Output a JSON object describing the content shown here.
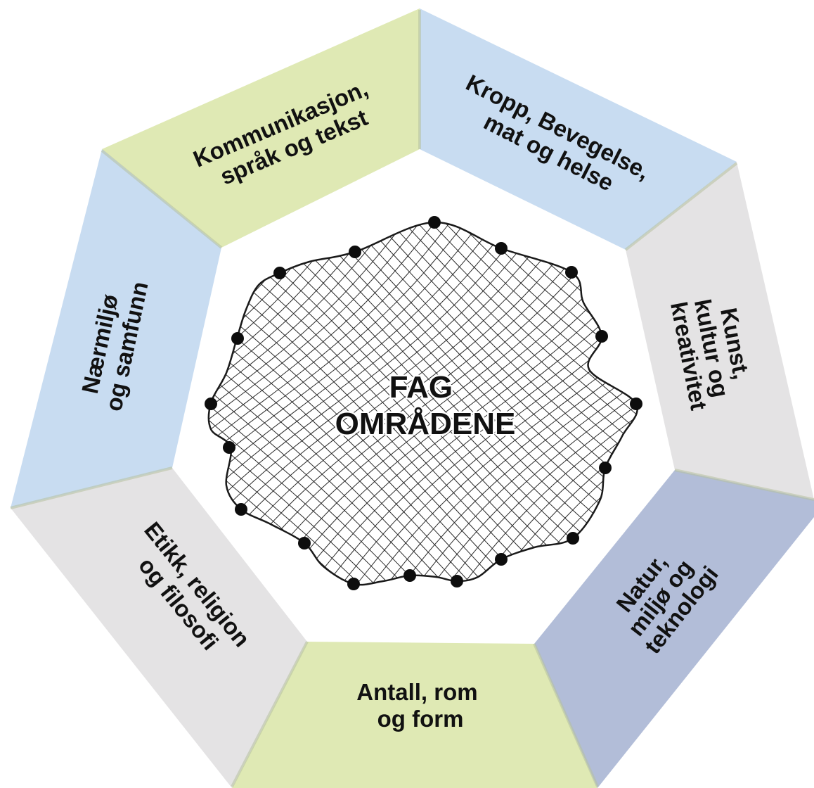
{
  "center": {
    "lines": [
      "FAG",
      "OMRÅDENE"
    ]
  },
  "segments": [
    {
      "id": "kommunikasjon",
      "color": "#dfe9b4",
      "lines": [
        "Kommunikasjon,",
        "språk og tekst"
      ]
    },
    {
      "id": "kropp",
      "color": "#c8dcf1",
      "lines": [
        "Kropp, Bevegelse,",
        "mat og helse"
      ]
    },
    {
      "id": "kunst",
      "color": "#e4e3e4",
      "lines": [
        "Kunst,",
        "kultur og",
        "kreativitet"
      ]
    },
    {
      "id": "natur",
      "color": "#b2bdd8",
      "lines": [
        "Natur,",
        "miljø og",
        "teknologi"
      ]
    },
    {
      "id": "antall",
      "color": "#dfe9b4",
      "lines": [
        "Antall, rom",
        "og form"
      ]
    },
    {
      "id": "etikk",
      "color": "#e4e3e4",
      "lines": [
        "Etikk, religion",
        "og filosofi"
      ]
    },
    {
      "id": "naermiljo",
      "color": "#c8dcf1",
      "lines": [
        "Nærmiljø",
        "og samfunn"
      ]
    }
  ],
  "icons": [
    "net-icon"
  ]
}
